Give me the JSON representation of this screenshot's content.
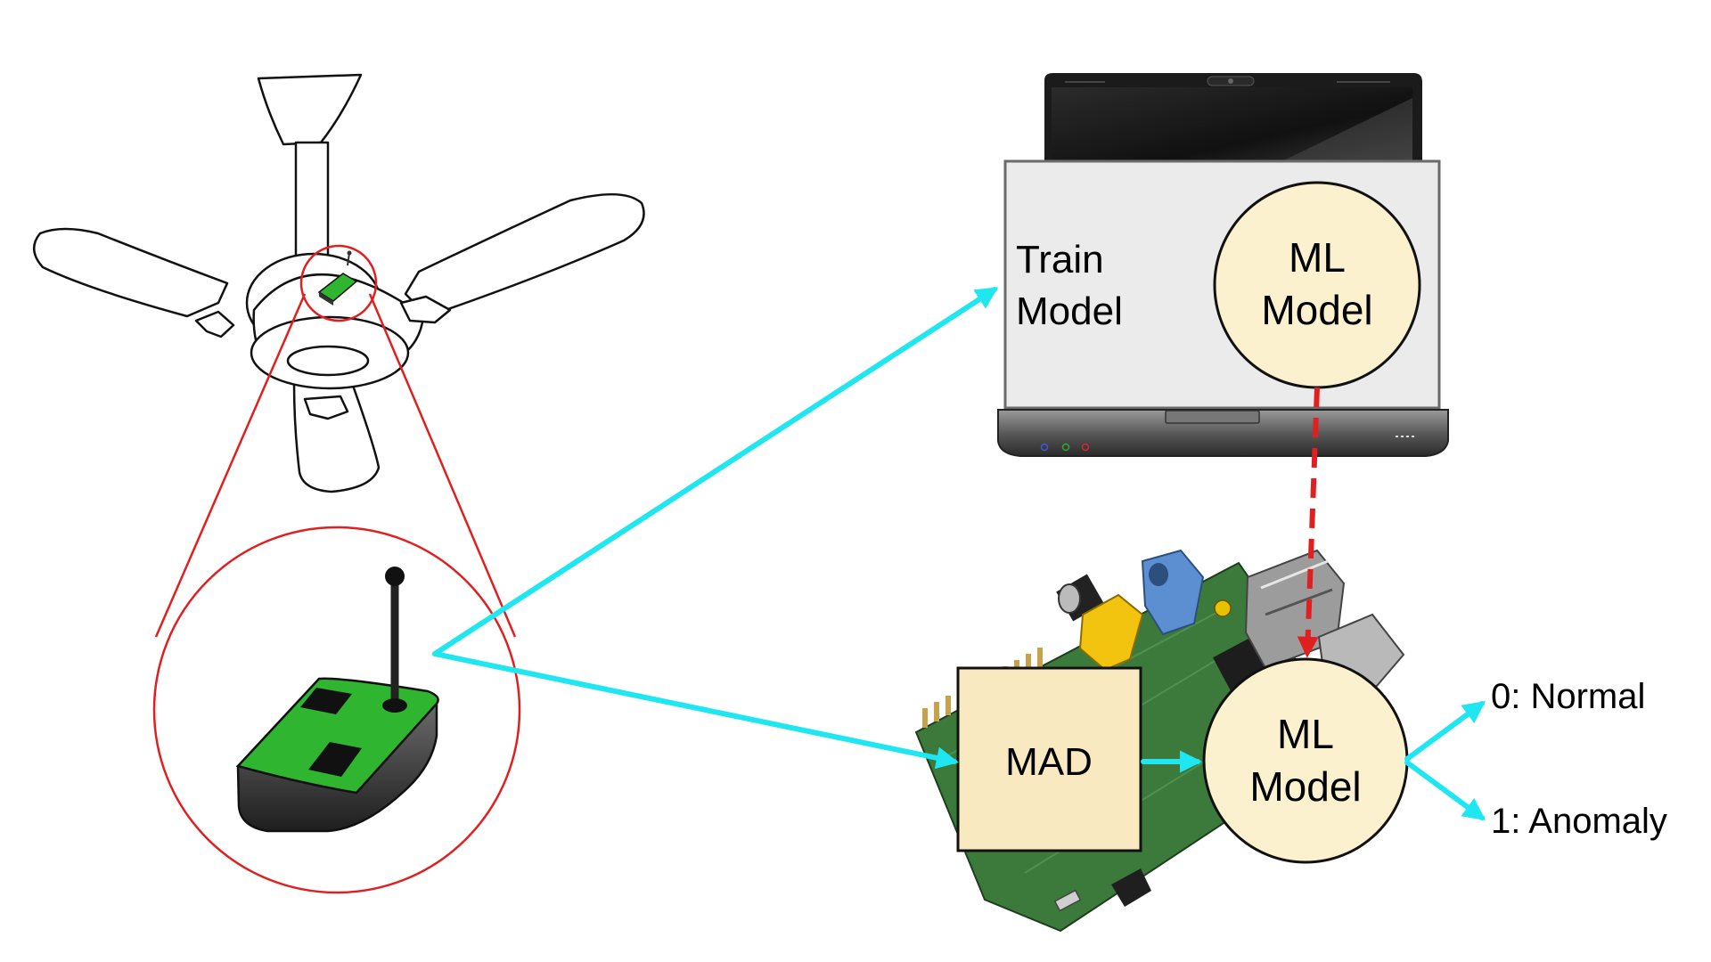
{
  "laptop": {
    "train_label_line1": "Train",
    "train_label_line2": "Model",
    "model_label_line1": "ML",
    "model_label_line2": "Model"
  },
  "edge_device": {
    "mad_label": "MAD",
    "model_label_line1": "ML",
    "model_label_line2": "Model"
  },
  "outputs": {
    "normal": "0: Normal",
    "anomaly": "1: Anomaly"
  },
  "colors": {
    "arrow": "#1fe6f0",
    "highlight": "#e02020",
    "model_fill": "#fbf1cf",
    "mad_fill": "#f9e9c1",
    "sensor_green": "#2fb52f"
  },
  "icons": {
    "fan": "ceiling-fan-icon",
    "sensor": "wireless-sensor-icon",
    "laptop": "laptop-icon",
    "board": "raspberry-pi-board-icon"
  }
}
